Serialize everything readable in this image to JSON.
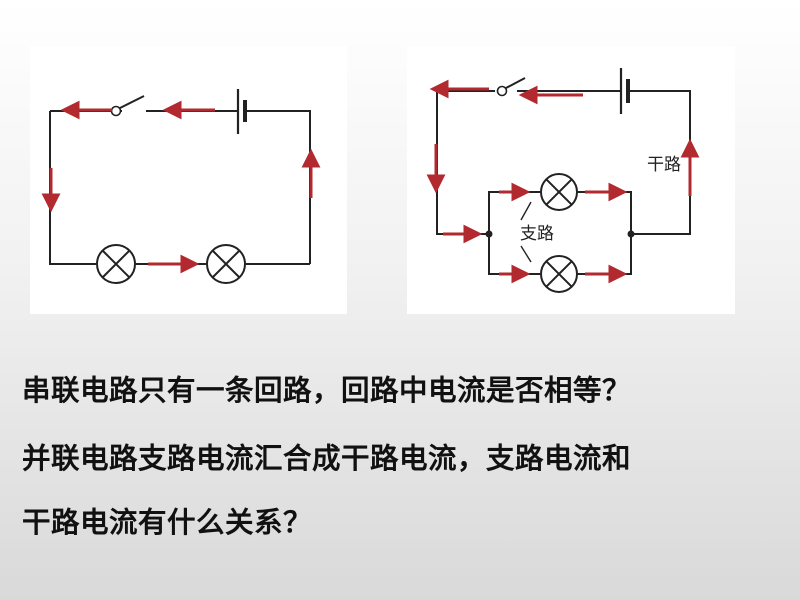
{
  "diagrams": {
    "series": {},
    "parallel": {
      "trunk_label": "干路",
      "branch_label": "支路"
    }
  },
  "questions": [
    "串联电路只有一条回路，回路中电流是否相等？",
    "并联电路支路电流汇合成干路电流，支路电流和",
    "干路电流有什么关系？"
  ],
  "colors": {
    "wire": "#222222",
    "current_arrow": "#b22a2f",
    "panel_background": "#ffffff"
  }
}
